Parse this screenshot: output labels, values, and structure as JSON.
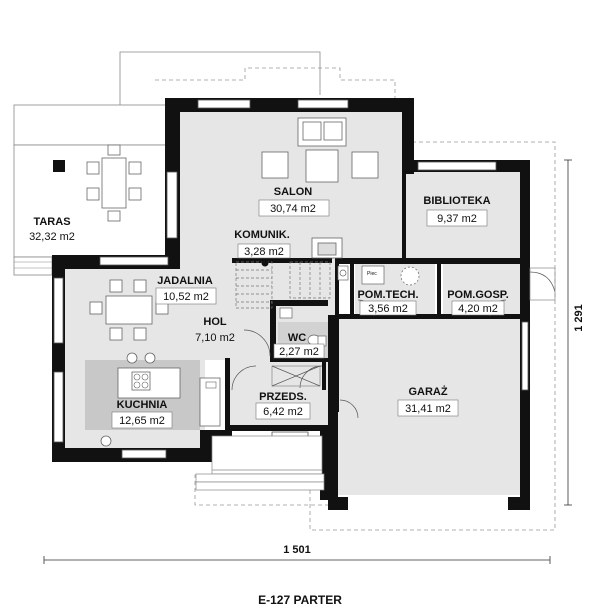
{
  "title": "E-127 PARTER",
  "dimensions": {
    "width": "1 501",
    "height": "1 291"
  },
  "rooms": {
    "taras": {
      "name": "TARAS",
      "area": "32,32 m2"
    },
    "salon": {
      "name": "SALON",
      "area": "30,74 m2"
    },
    "biblioteka": {
      "name": "BIBLIOTEKA",
      "area": "9,37 m2"
    },
    "komunik": {
      "name": "KOMUNIK.",
      "area": "3,28 m2"
    },
    "jadalnia": {
      "name": "JADALNIA",
      "area": "10,52 m2"
    },
    "pomtech": {
      "name": "POM.TECH.",
      "area": "3,56 m2"
    },
    "pomgosp": {
      "name": "POM.GOSP.",
      "area": "4,20 m2"
    },
    "hol": {
      "name": "HOL",
      "area": "7,10 m2"
    },
    "wc": {
      "name": "WC",
      "area": "2,27 m2"
    },
    "kuchnia": {
      "name": "KUCHNIA",
      "area": "12,65 m2"
    },
    "przeds": {
      "name": "PRZEDS.",
      "area": "6,42 m2"
    },
    "garaz": {
      "name": "GARAŻ",
      "area": "31,41 m2"
    }
  },
  "appliance_label": "Piec",
  "colors": {
    "wall": "#111111",
    "floor": "#e6e6e6",
    "kitchen": "#c8c8c8",
    "outline": "#888888"
  }
}
